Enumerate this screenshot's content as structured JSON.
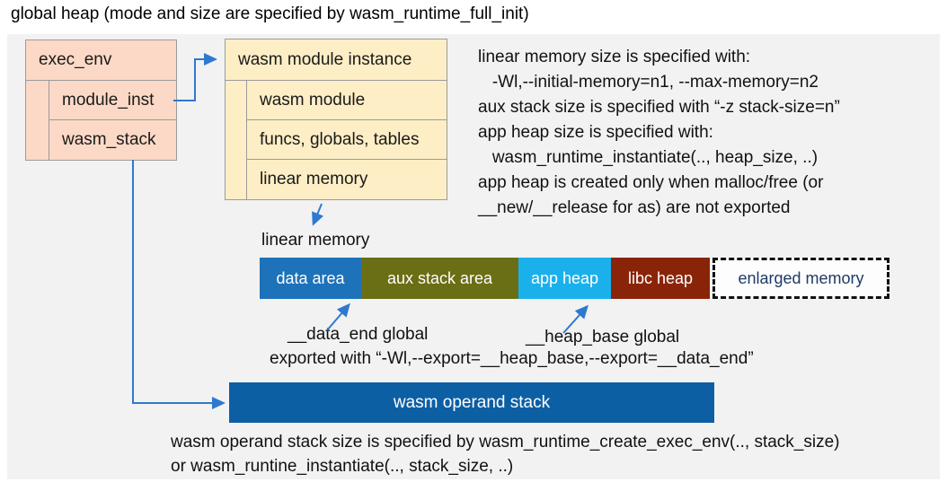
{
  "title": "global heap (mode and size are specified by wasm_runtime_full_init)",
  "colors": {
    "panel_bg": "#f2f2f2",
    "box_pink": "#fbd9c6",
    "box_cream": "#fdeec5",
    "arrow_blue": "#2e79d0",
    "enlarged_text": "#1f3a68"
  },
  "exec_env": {
    "header": "exec_env",
    "rows": [
      {
        "label": "module_inst"
      },
      {
        "label": "wasm_stack"
      }
    ]
  },
  "module_instance": {
    "header": "wasm module instance",
    "rows": [
      {
        "label": "wasm module"
      },
      {
        "label": "funcs, globals, tables"
      },
      {
        "label": "linear memory"
      }
    ]
  },
  "notes_top": {
    "lines": [
      "linear memory size is specified with:",
      "   -Wl,--initial-memory=n1, --max-memory=n2",
      "aux stack size is specified with “-z stack-size=n”",
      "app heap size is specified with:",
      "   wasm_runtime_instantiate(.., heap_size, ..)",
      "app heap is created only when malloc/free (or",
      "__new/__release for as) are not exported"
    ]
  },
  "linear_memory": {
    "label": "linear memory",
    "segments": [
      {
        "label": "data area",
        "color": "#1d72ba"
      },
      {
        "label": "aux stack area",
        "color": "#6a6e14"
      },
      {
        "label": "app heap",
        "color": "#1ab0ec"
      },
      {
        "label": "libc heap",
        "color": "#8a2409"
      }
    ],
    "enlarged": {
      "label": "enlarged memory",
      "text_color": "#1f3a68"
    }
  },
  "annotations": {
    "data_end": "__data_end global",
    "heap_base": "__heap_base global",
    "exported": "exported with “-Wl,--export=__heap_base,--export=__data_end”"
  },
  "operand_stack": {
    "label": "wasm operand stack",
    "color": "#0d5fa4"
  },
  "notes_bottom": {
    "lines": [
      "wasm operand stack size is specified by wasm_runtime_create_exec_env(.., stack_size)",
      "or wasm_runtine_instantiate(.., stack_size, ..)"
    ]
  }
}
